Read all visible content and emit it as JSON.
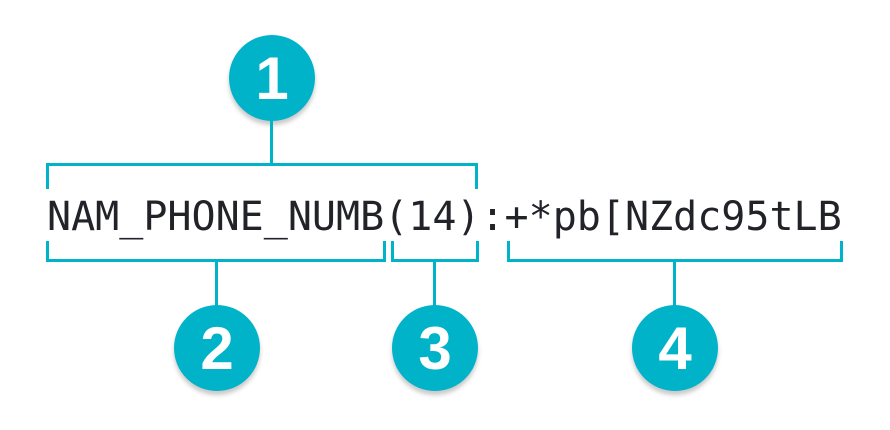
{
  "diagram": {
    "code_string": "NAM_PHONE_NUMB(14):+*pb[NZdc95tLB",
    "callouts": [
      {
        "number": "1",
        "span_text": "NAM_PHONE_NUMB(14)",
        "position": "above"
      },
      {
        "number": "2",
        "span_text": "NAM_PHONE_NUMB",
        "position": "below"
      },
      {
        "number": "3",
        "span_text": "(14)",
        "position": "below"
      },
      {
        "number": "4",
        "span_text": "+*pb[NZdc95tLB",
        "position": "below"
      }
    ],
    "colors": {
      "accent": "#00b3c9",
      "text": "#212328",
      "badge_text": "#ffffff",
      "background": "#ffffff"
    }
  }
}
